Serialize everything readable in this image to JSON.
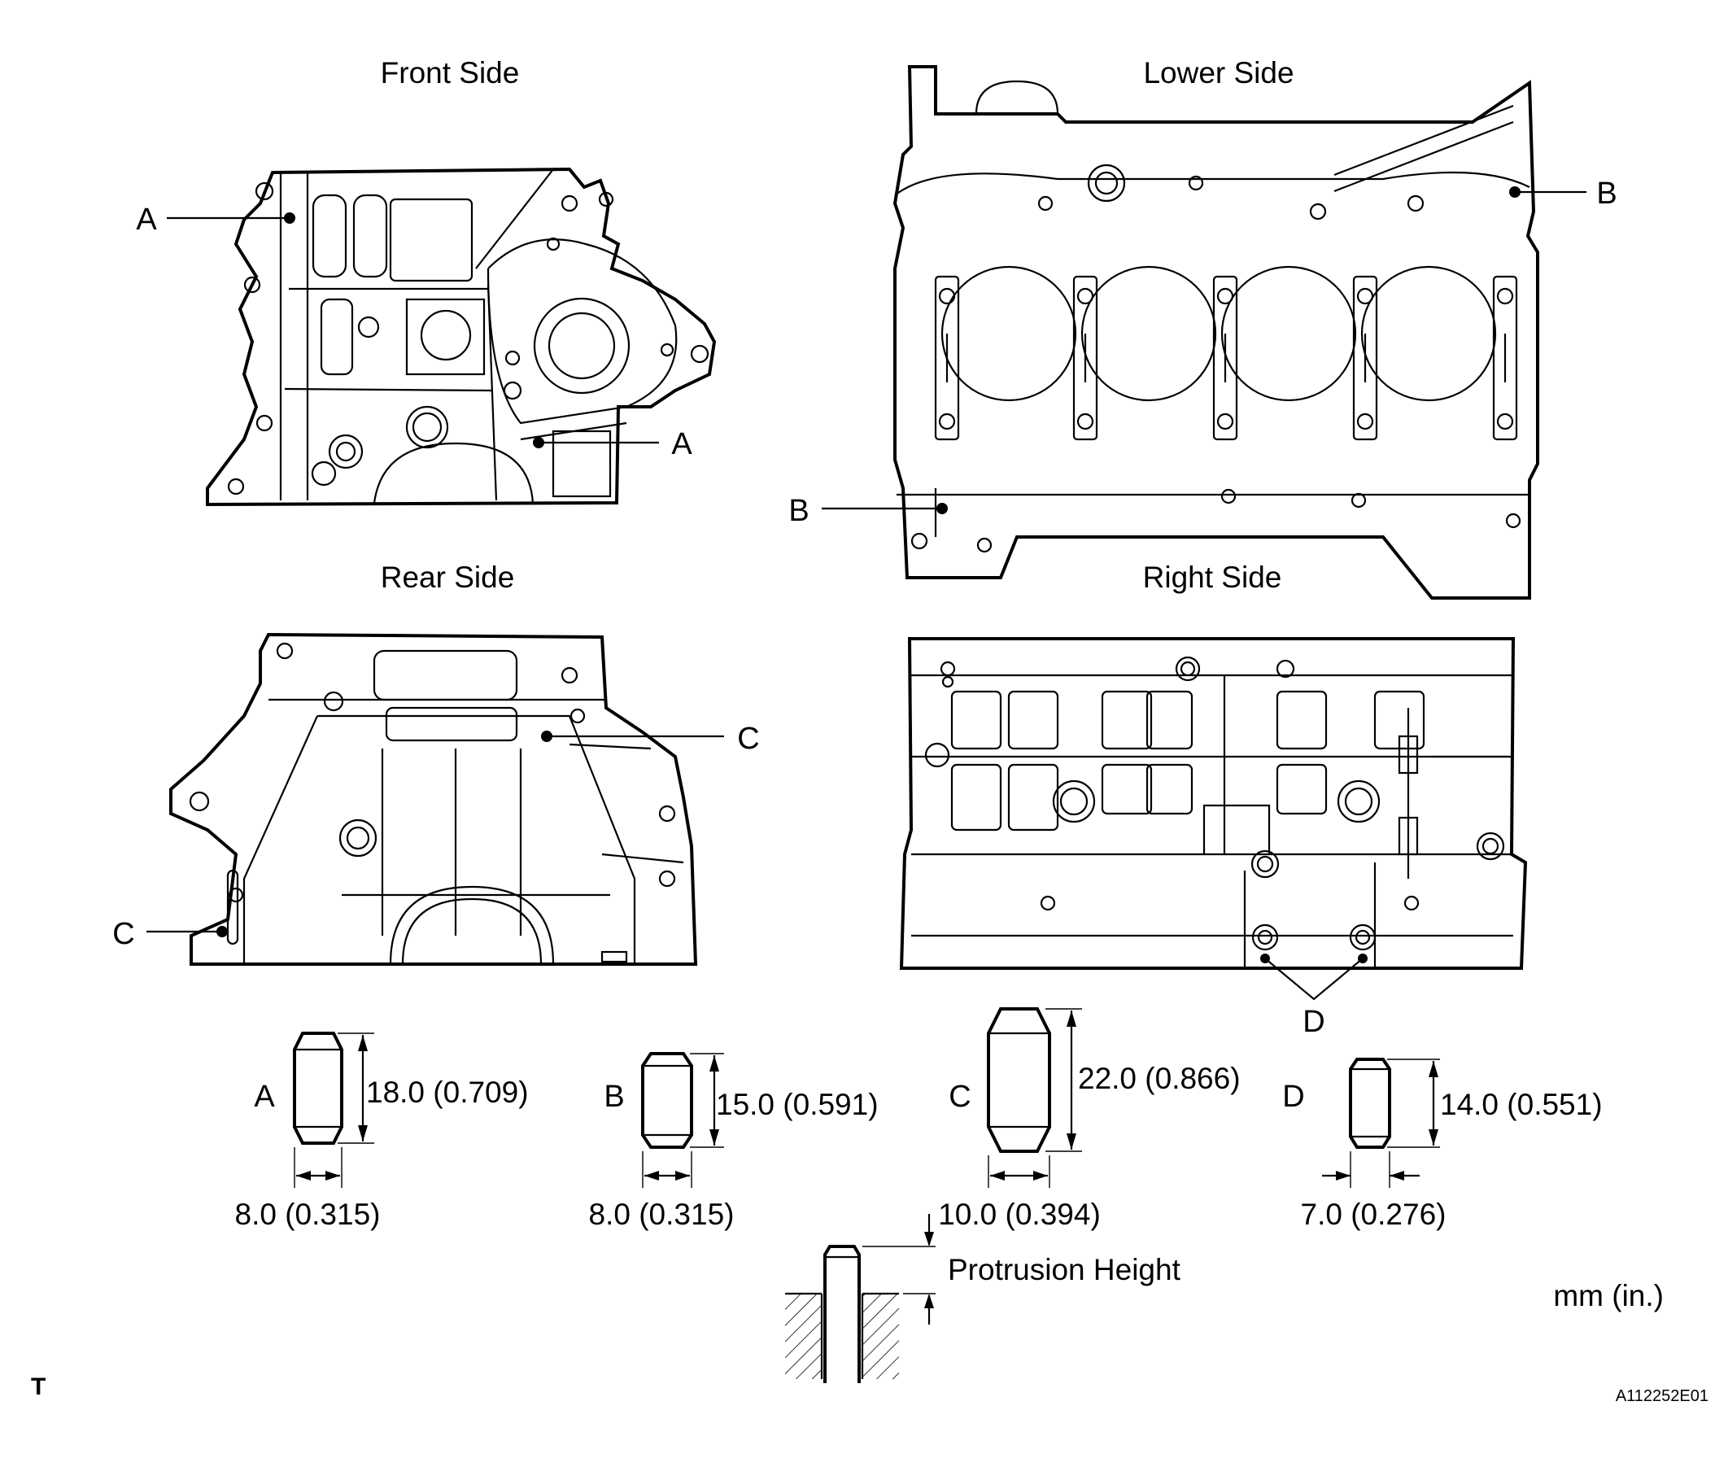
{
  "views": {
    "front": "Front Side",
    "lower": "Lower Side",
    "rear": "Rear Side",
    "right": "Right Side"
  },
  "callouts": {
    "a1": "A",
    "a2": "A",
    "b1": "B",
    "b2": "B",
    "c1": "C",
    "c2": "C",
    "d": "D"
  },
  "pins": [
    {
      "letter": "A",
      "length": "18.0 (0.709)",
      "diameter": "8.0 (0.315)"
    },
    {
      "letter": "B",
      "length": "15.0 (0.591)",
      "diameter": "8.0 (0.315)"
    },
    {
      "letter": "C",
      "length": "22.0 (0.866)",
      "diameter": "10.0 (0.394)"
    },
    {
      "letter": "D",
      "length": "14.0 (0.551)",
      "diameter": "7.0 (0.276)"
    }
  ],
  "protrusion_label": "Protrusion Height",
  "units": "mm (in.)",
  "corner_mark": "T",
  "figure_id": "A112252E01"
}
